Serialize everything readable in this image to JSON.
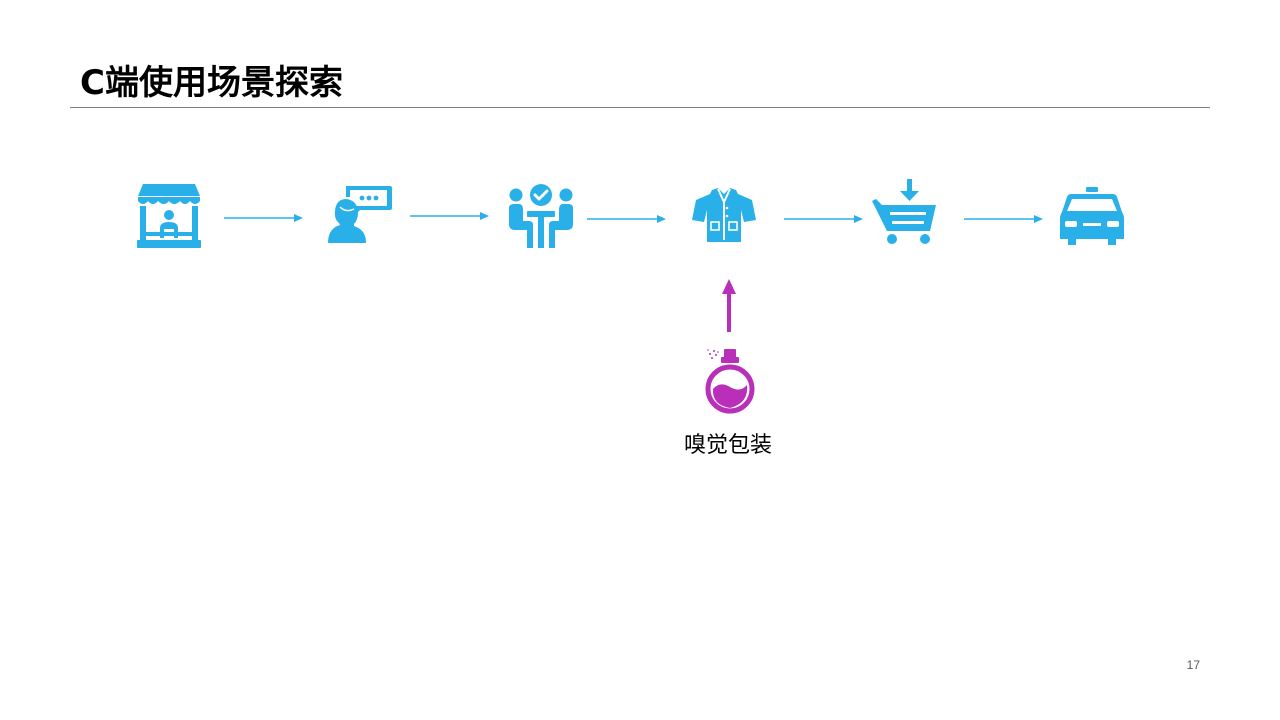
{
  "slide": {
    "title": "C端使用场景探索",
    "page_number": "17"
  },
  "flow": {
    "steps": [
      {
        "icon": "storefront-icon"
      },
      {
        "icon": "customer-chat-icon"
      },
      {
        "icon": "consultation-meeting-icon"
      },
      {
        "icon": "garment-icon"
      },
      {
        "icon": "shopping-cart-icon"
      },
      {
        "icon": "taxi-icon"
      }
    ],
    "branch": {
      "icon": "perfume-bottle-icon",
      "label": "嗅觉包装",
      "attaches_to_step": 4
    }
  },
  "colors": {
    "flow": "#2ab0e8",
    "branch": "#b92fba",
    "title_rule": "#7f7f7f"
  }
}
